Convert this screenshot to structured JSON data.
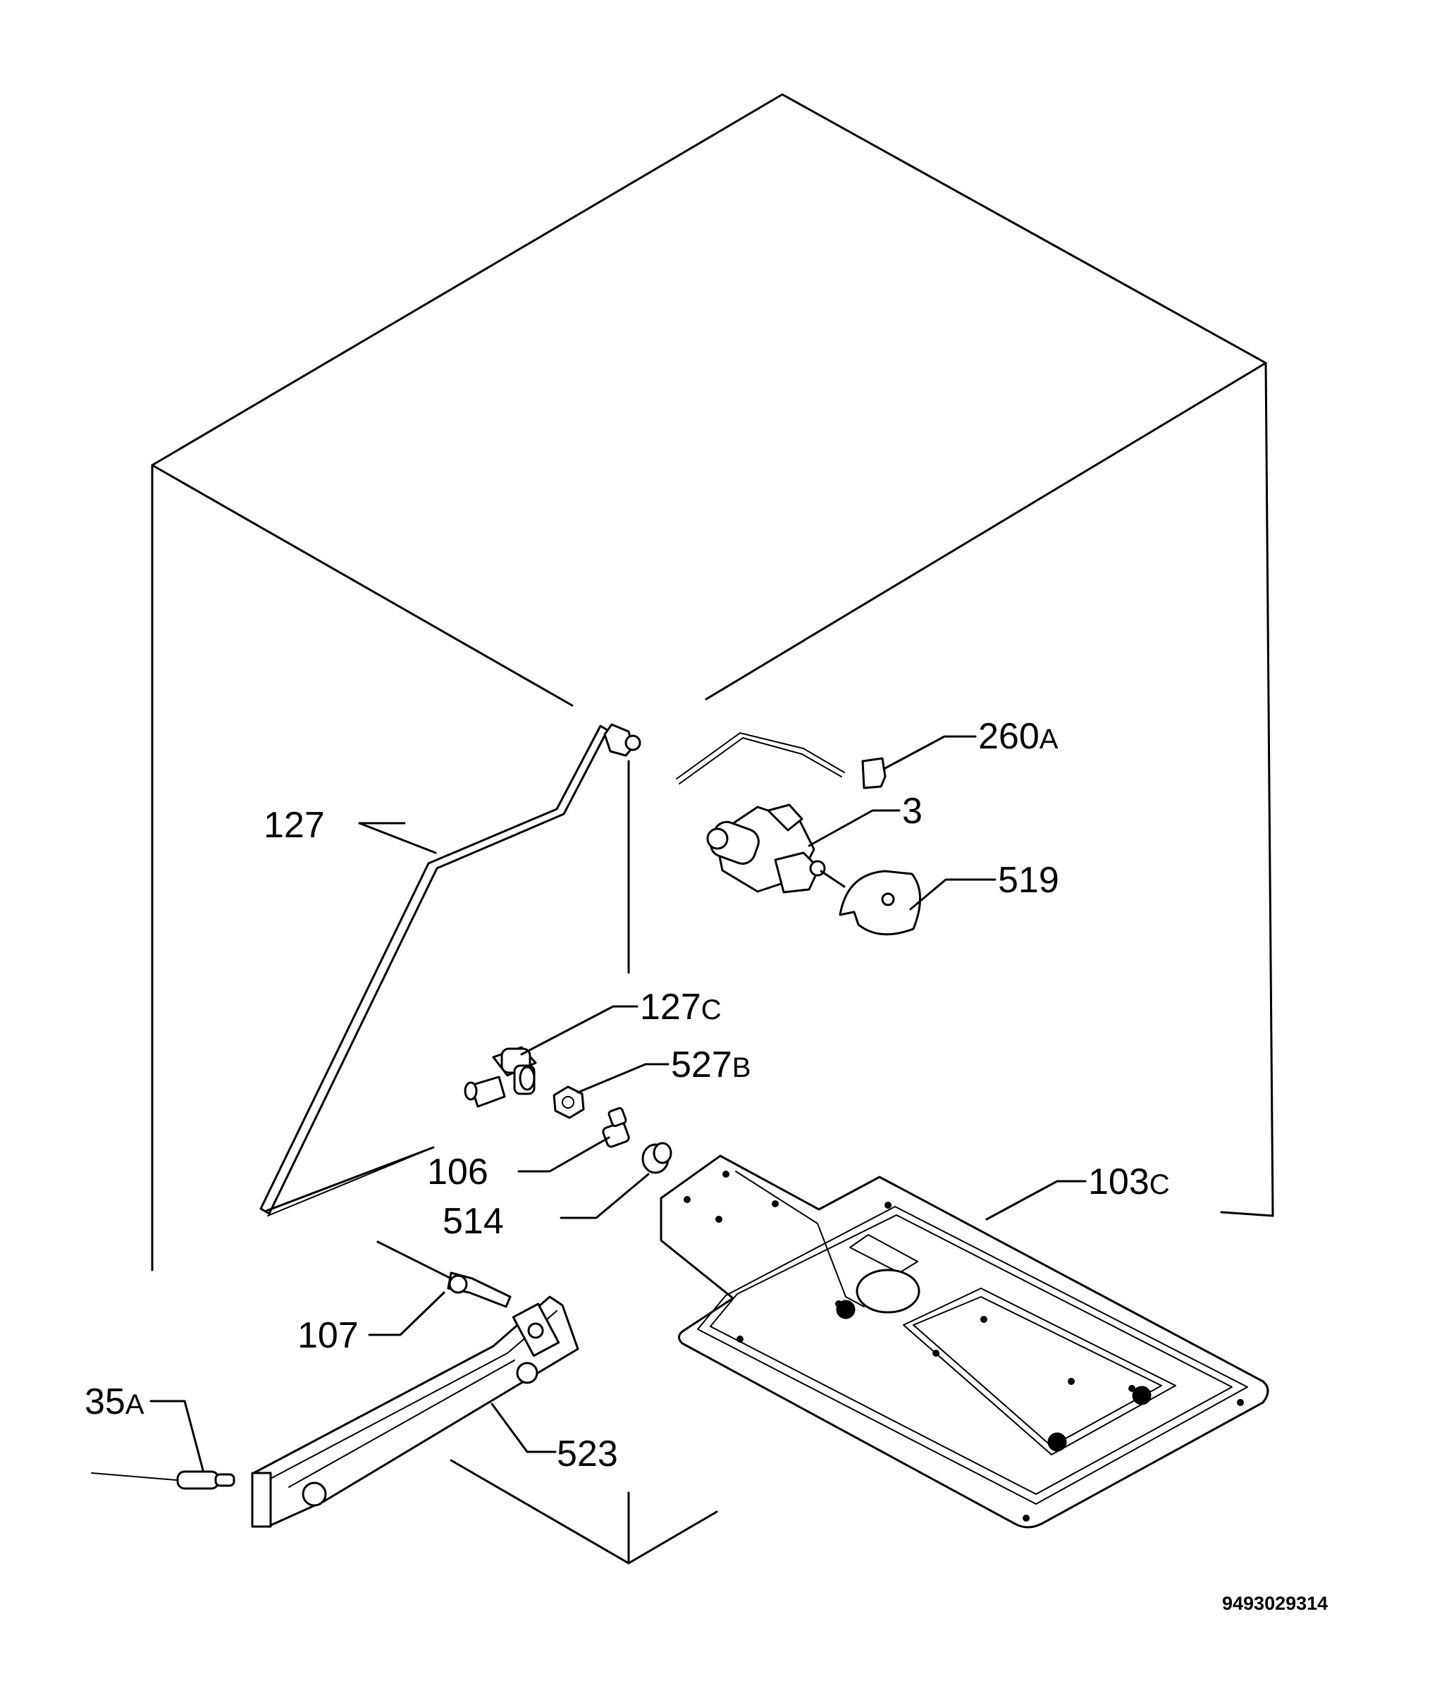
{
  "diagram": {
    "labels": [
      {
        "id": "127",
        "text": "127",
        "suffix": ""
      },
      {
        "id": "260A",
        "text": "260",
        "suffix": "A"
      },
      {
        "id": "3",
        "text": "3",
        "suffix": ""
      },
      {
        "id": "519",
        "text": "519",
        "suffix": ""
      },
      {
        "id": "127C",
        "text": "127",
        "suffix": "C"
      },
      {
        "id": "527B",
        "text": "527",
        "suffix": "B"
      },
      {
        "id": "106",
        "text": "106",
        "suffix": ""
      },
      {
        "id": "514",
        "text": "514",
        "suffix": ""
      },
      {
        "id": "103C",
        "text": "103",
        "suffix": "C"
      },
      {
        "id": "107",
        "text": "107",
        "suffix": ""
      },
      {
        "id": "35A",
        "text": "35",
        "suffix": "A"
      },
      {
        "id": "523",
        "text": "523",
        "suffix": ""
      }
    ],
    "drawing_number": "9493029314"
  }
}
